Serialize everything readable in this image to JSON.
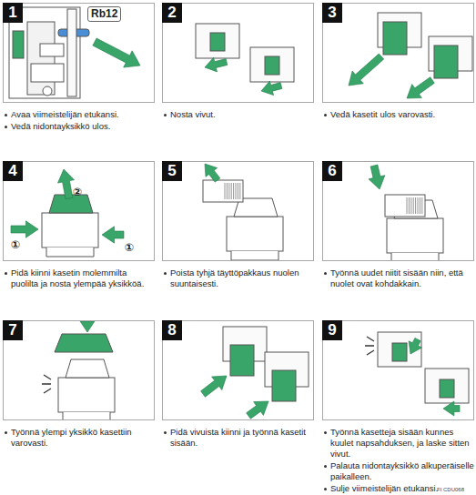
{
  "diagram": {
    "nodes": [
      {
        "text": [
          "1",
          "Avaa viimeistelijän etukansi.",
          "Vedä nidontayksikkö ulos."
        ]
      },
      {
        "text": [
          "2",
          "Nosta vivut."
        ]
      },
      {
        "text": [
          "3",
          "Vedä kasetit ulos varovasti."
        ]
      },
      {
        "text": [
          "4",
          "Pidä kiinni kasetin molemmilta puolilta ja nosta ylempää yksikköä."
        ]
      },
      {
        "text": [
          "5",
          "Poista tyhjä täyttöpakkaus nuolen suuntaisesti."
        ]
      },
      {
        "text": [
          "6",
          "Työnnä uudet niitit sisään niin, että nuolet ovat kohdakkain."
        ]
      },
      {
        "text": [
          "7",
          "Työnnä ylempi yksikkö kasettiin varovasti."
        ]
      },
      {
        "text": [
          "8",
          "Pidä vivuista kiinni ja työnnä kasetit sisään."
        ]
      },
      {
        "text": [
          "9",
          "Työnnä kasetteja sisään kunnes kuulet napsahduksen, ja laske sitten vivut.",
          "Palauta nidontayksikkö alkuperäiselle paikalleen.",
          "Sulje viimeistelijän etukansi."
        ]
      }
    ],
    "labels": [
      "Rb12",
      "②",
      "①",
      "①",
      "FI CDU068"
    ]
  }
}
